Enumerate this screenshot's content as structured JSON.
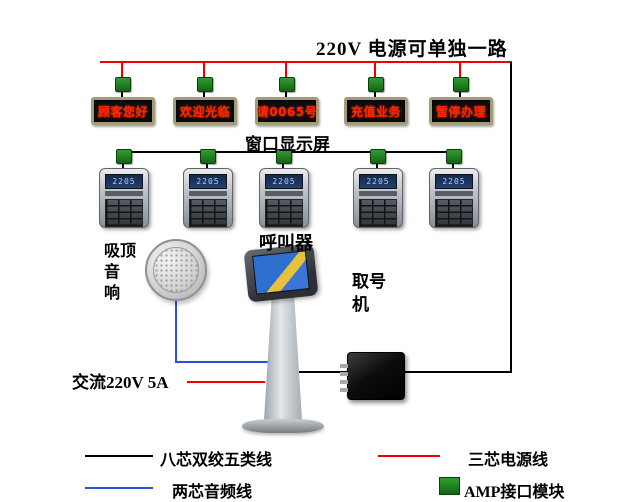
{
  "title": "220V 电源可单独一路",
  "displays": {
    "label": "窗口显示屏",
    "items": [
      {
        "text": "顾客您好"
      },
      {
        "text": "欢迎光临"
      },
      {
        "text": "请0065号"
      },
      {
        "text": "充值业务"
      },
      {
        "text": "暂停办理"
      }
    ]
  },
  "callers": {
    "label": "呼叫器",
    "lcd": "2205"
  },
  "speaker": {
    "label_lines": [
      "吸顶",
      "音",
      "响"
    ]
  },
  "kiosk": {
    "label_lines": [
      "取号",
      "机"
    ]
  },
  "power_label": "交流220V 5A",
  "legend": {
    "cat5_label": "八芯双绞五类线",
    "power_label": "三芯电源线",
    "audio_label": "两芯音频线",
    "amp_label": "AMP接口模块"
  },
  "icons": {
    "amp_connector": "green-square",
    "legend_amp_swatch": "green-square"
  },
  "colors": {
    "power_line": "#ee0000",
    "data_line": "#000000",
    "audio_line": "#2a52d8",
    "amp_green": "#1e7a1e",
    "led_red": "#ff2600"
  }
}
